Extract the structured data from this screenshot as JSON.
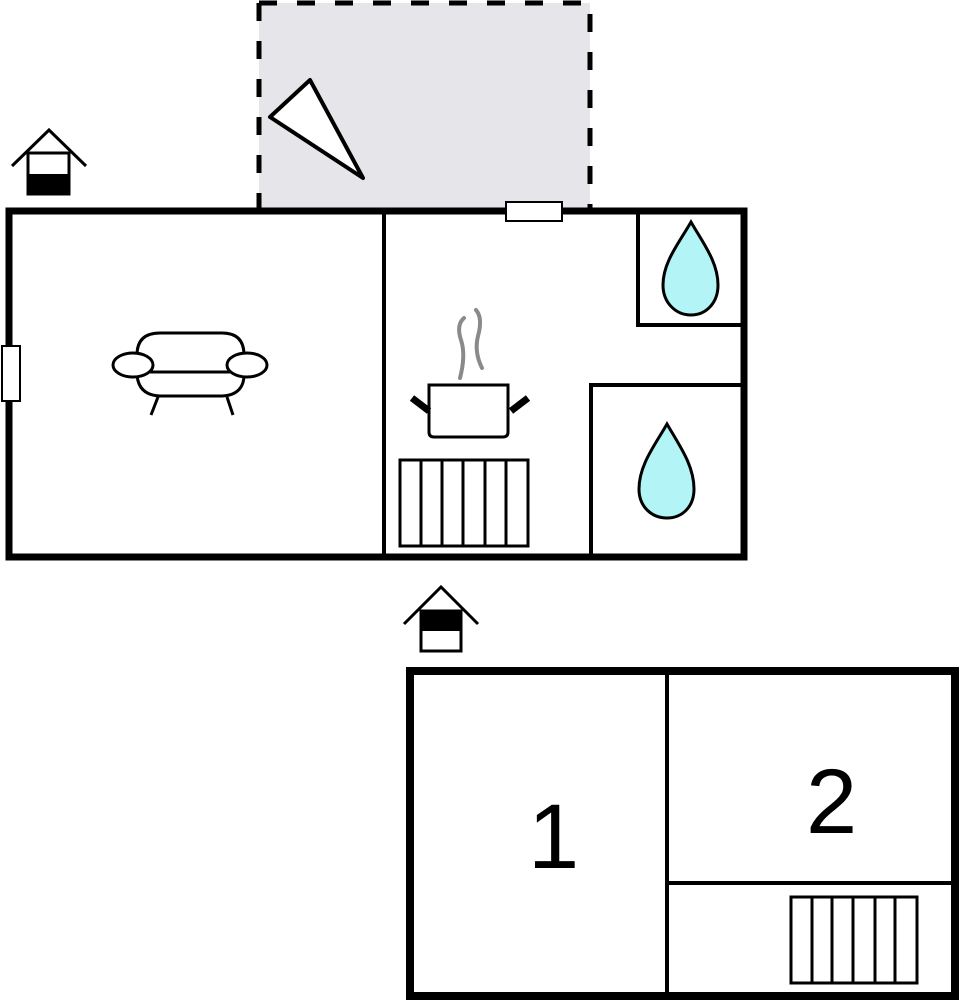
{
  "diagram": {
    "type": "floor-plan",
    "colors": {
      "wall": "#000000",
      "terrace_fill": "#e6e6ea",
      "water": "#b3f5f7",
      "steam": "#8a8a8a",
      "background": "#ffffff"
    },
    "levels": [
      {
        "name": "ground-floor",
        "rooms": [
          {
            "id": "living-room",
            "icon": "sofa-icon"
          },
          {
            "id": "kitchen",
            "icons": [
              "cooking-pot-icon",
              "radiator-icon"
            ]
          },
          {
            "id": "bathroom-1",
            "icon": "water-drop-icon"
          },
          {
            "id": "bathroom-2",
            "icon": "water-drop-icon"
          }
        ],
        "terrace": {
          "id": "terrace",
          "icon": "compass-triangle-icon"
        },
        "level_marker": "house-lower-floor-icon"
      },
      {
        "name": "upper-floor",
        "rooms": [
          {
            "id": "bedroom-1",
            "label": "1"
          },
          {
            "id": "bedroom-2",
            "label": "2"
          },
          {
            "id": "utility",
            "icon": "radiator-icon"
          }
        ],
        "level_marker": "house-upper-floor-icon"
      }
    ]
  },
  "labels": {
    "bedroom_1": "1",
    "bedroom_2": "2"
  }
}
